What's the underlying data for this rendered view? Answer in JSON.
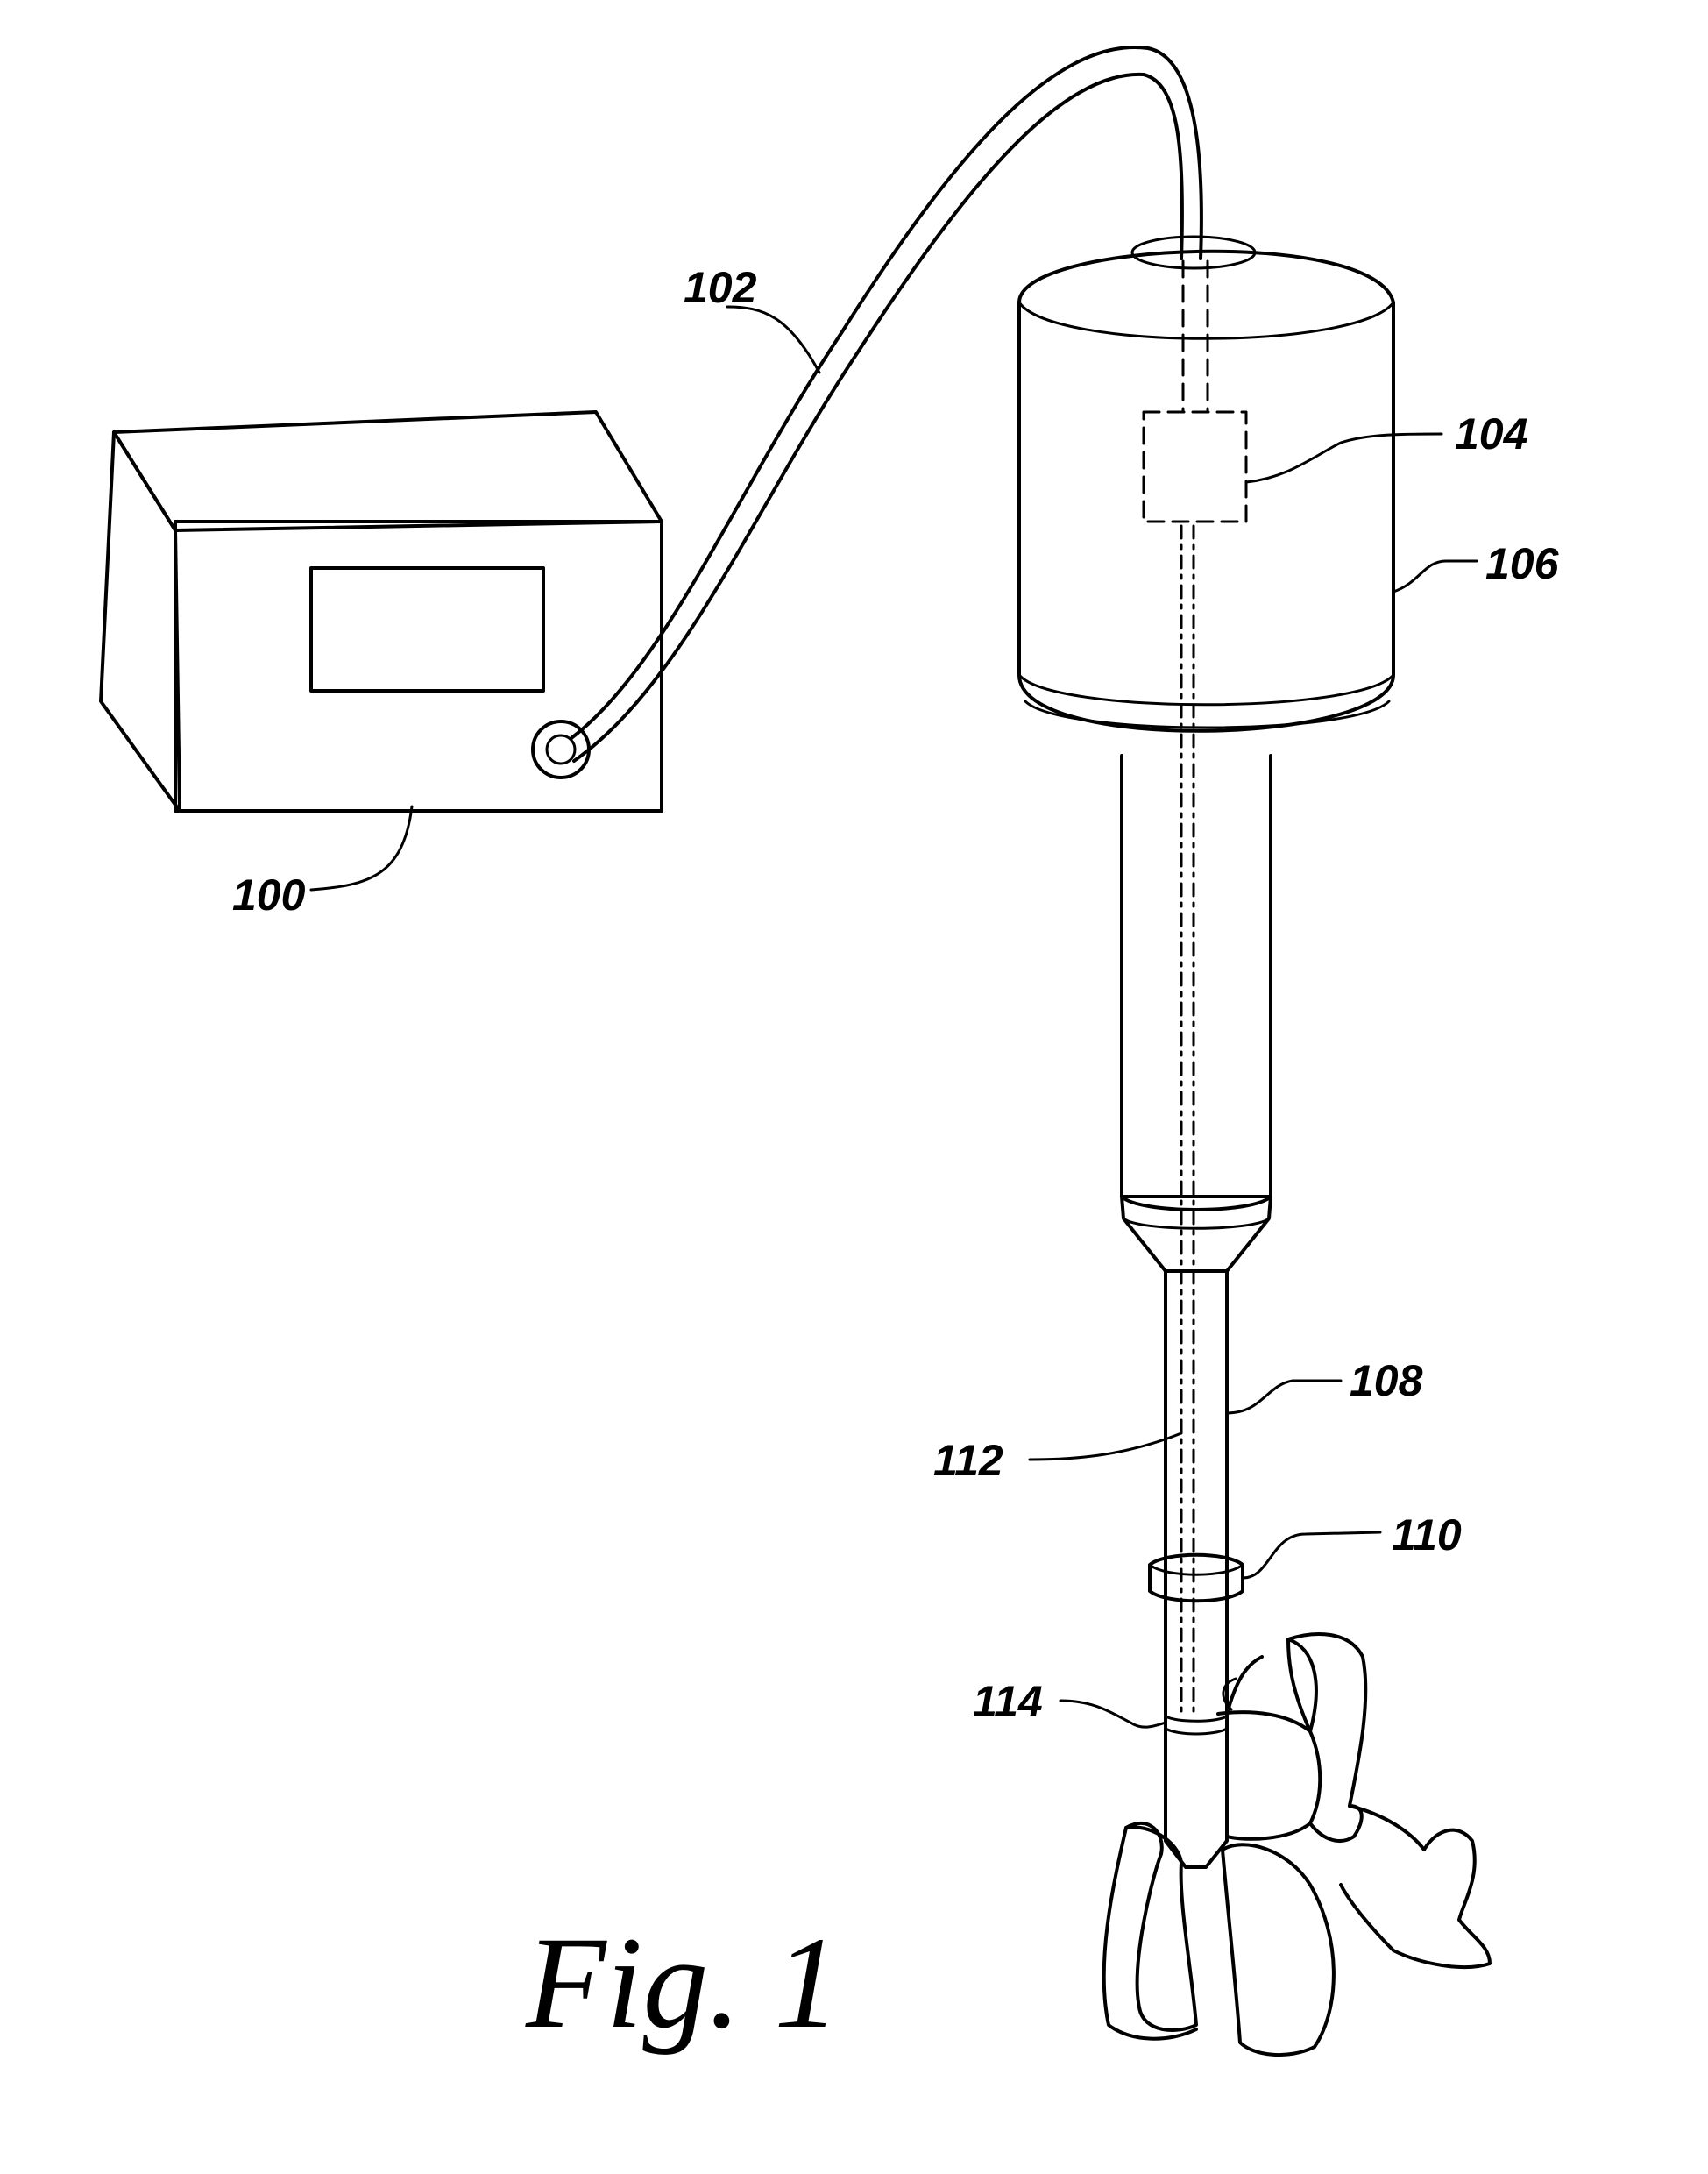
{
  "labels": {
    "r100": "100",
    "r102": "102",
    "r104": "104",
    "r106": "106",
    "r108": "108",
    "r110": "110",
    "r112": "112",
    "r114": "114"
  },
  "figure_caption": "Fig. 1"
}
